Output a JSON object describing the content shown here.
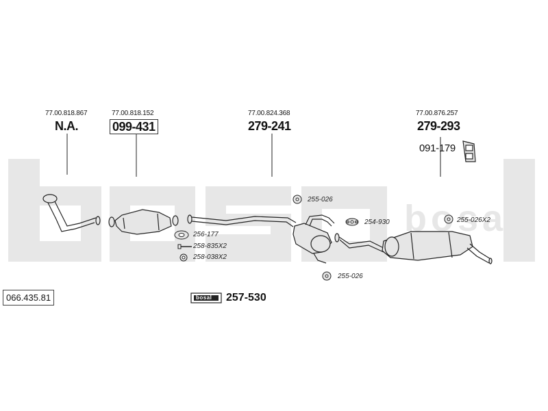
{
  "catalog_number": "066.435.81",
  "watermark": "bosal",
  "main_parts": [
    {
      "oem": "77.00.818.867",
      "part": "N.A.",
      "boxed": false
    },
    {
      "oem": "77.00.818.152",
      "part": "099-431",
      "boxed": true
    },
    {
      "oem": "77.00.824.368",
      "part": "279-241",
      "boxed": false
    },
    {
      "oem": "77.00.876.257",
      "part": "279-293",
      "boxed": false
    }
  ],
  "side_part": "091-179",
  "accessories": [
    "255-026",
    "256-177",
    "258-835X2",
    "258-038X2",
    "254-930",
    "255-026",
    "255-026X2"
  ],
  "mounting_kit": {
    "logo": "bosal",
    "part": "257-530"
  },
  "colors": {
    "watermark": "#e7e7e7",
    "line": "#222222",
    "part_fill": "#e6e6e6"
  }
}
